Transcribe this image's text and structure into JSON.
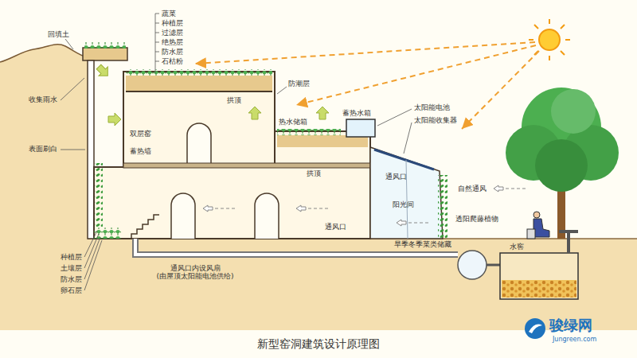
{
  "diagram": {
    "title": "新型窑洞建筑设计原理图",
    "labels": [
      "蔬菜",
      "种植层",
      "过滤层",
      "绝热层",
      "防水层",
      "石枯粉",
      "回填土",
      "收集雨水",
      "防潮层",
      "表面刷白",
      "拱顶",
      "蓄热水箱",
      "太阳能电池",
      "热水储箱",
      "太阳能收集器",
      "双层窑",
      "蓄热墙",
      "拱顶",
      "通风口",
      "自然通风",
      "阳光间",
      "透阳爬藤植物",
      "通风口",
      "旱季冬季菜类储藏",
      "水窖",
      "种植层",
      "土壤层",
      "防水层",
      "卵石层",
      "通风口内设风扇 (由屋顶太阳能电池供给)",
      "骏绿网",
      "Jungreen.com"
    ]
  }
}
